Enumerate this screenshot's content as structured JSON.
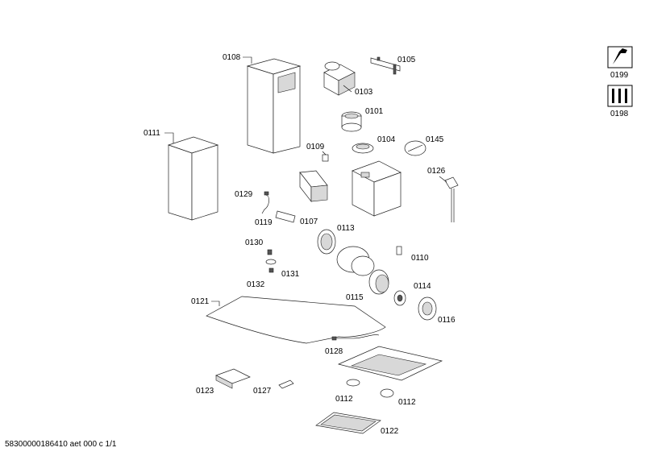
{
  "document_id": "58300000186410 aet 000 c 1/1",
  "part_labels": {
    "p0108": "0108",
    "p0111": "0111",
    "p0103": "0103",
    "p0105": "0105",
    "p0101": "0101",
    "p0109": "0109",
    "p0104": "0104",
    "p0145": "0145",
    "p0126": "0126",
    "p0129": "0129",
    "p0119": "0119",
    "p0107": "0107",
    "p0113": "0113",
    "p0110": "0110",
    "p0130": "0130",
    "p0131": "0131",
    "p0132": "0132",
    "p0114": "0114",
    "p0115": "0115",
    "p0116": "0116",
    "p0121": "0121",
    "p0128": "0128",
    "p0123": "0123",
    "p0127": "0127",
    "p0112a": "0112",
    "p0112b": "0112",
    "p0122": "0122"
  },
  "tools": {
    "t0199": "0199",
    "t0198": "0198"
  }
}
